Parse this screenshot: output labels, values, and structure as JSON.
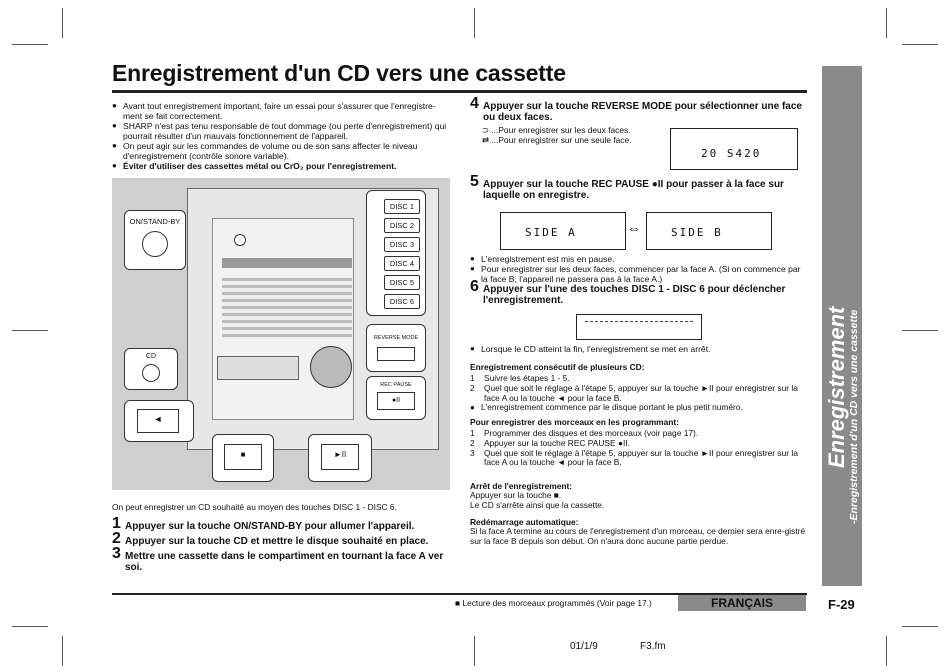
{
  "title": "Enregistrement d'un CD vers une cassette",
  "intro_bullets": [
    "Avant tout enregistrement important, faire un essai pour s'assurer que l'enregistre-ment se fait correctement.",
    "SHARP n'est pas tenu responsable de tout dommage (ou perte d'enregistrement) qui pourrait résulter d'un mauvais fonctionnement de l'appareil.",
    "On peut agir sur les commandes de volume ou de son sans affecter le niveau d'enregistrement (contrôle sonore variable).",
    "Éviter d'utiliser des cassettes métal ou CrO₂ pour l'enregistrement."
  ],
  "illustration": {
    "on_standby_label": "ON/STAND-BY",
    "cd_label": "CD",
    "disc_buttons": [
      "DISC 1",
      "DISC 2",
      "DISC 3",
      "DISC 4",
      "DISC 5",
      "DISC 6"
    ],
    "reverse_mode_label": "REVERSE MODE",
    "rec_pause_label": "REC PAUSE",
    "rec_pause_symbol": "●II",
    "reverse_play_symbol": "◄",
    "stop_symbol": "■",
    "play_pause_symbol": "►II"
  },
  "caption": "On peut enregistrer un CD souhaité au moyen des touches DISC 1 - DISC 6.",
  "steps_left": [
    {
      "num": "1",
      "text": "Appuyer sur la touche ON/STAND-BY pour allumer l'appareil."
    },
    {
      "num": "2",
      "text": "Appuyer sur la touche CD et mettre le disque souhaité en place."
    },
    {
      "num": "3",
      "text": "Mettre une cassette dans le compartiment en tournant la face A ver soi."
    }
  ],
  "step4": {
    "num": "4",
    "text": "Appuyer sur la touche REVERSE MODE pour sélectionner une face ou deux faces.",
    "options": [
      {
        "symbol": "⊃",
        "text": "...Pour enregistrer sur les deux faces."
      },
      {
        "symbol": "⇄",
        "text": "...Pour enregistrer sur une seule face."
      }
    ],
    "display_text": "20 S420"
  },
  "step5": {
    "num": "5",
    "text": "Appuyer sur la touche REC PAUSE ●II pour passer à la face sur laquelle on enregistre.",
    "display_a": "SIDE A",
    "display_b": "SIDE B",
    "arrow": "⇔",
    "bullets": [
      "L'enregistrement est mis en pause.",
      "Pour enregistrer sur les deux faces, commencer par la face A. (Si on commence par la face B, l'appareil ne passera pas à la face A.)"
    ]
  },
  "step6": {
    "num": "6",
    "text": "Appuyer sur l'une des touches DISC 1 - DISC 6 pour déclencher l'enregistrement.",
    "bullet": "Lorsque le CD atteint la fin, l'enregistrement se met en arrêt."
  },
  "consecutive": {
    "heading": "Enregistrement consécutif de plusieurs CD:",
    "items": [
      {
        "n": "1",
        "text": "Suivre les étapes 1 - 5."
      },
      {
        "n": "2",
        "text": "Quel que soit le réglage à l'étape 5, appuyer sur la touche ►II pour enregistrer sur la face A ou la touche ◄ pour la face B."
      }
    ],
    "bullet": "L'enregistrement commence par le disque portant le plus petit numéro."
  },
  "programmed": {
    "heading": "Pour enregistrer des morceaux en les programmant:",
    "items": [
      {
        "n": "1",
        "text": "Programmer des disques et des morceaux (voir page 17)."
      },
      {
        "n": "2",
        "text": "Appuyer sur la touche REC PAUSE ●II."
      },
      {
        "n": "3",
        "text": "Quel que soit le réglage à l'étape 5, appuyer sur la touche ►II pour enregistrer sur la face A ou la touche ◄ pour la face B."
      }
    ]
  },
  "stop": {
    "heading": "Arrêt de l'enregistrement:",
    "lines": [
      "Appuyer sur la touche ■.",
      "Le CD s'arrête ainsi que la cassette."
    ]
  },
  "restart": {
    "heading": "Redémarrage automatique:",
    "text": "Si la face A termine au cours de l'enregistrement d'un morceau, ce dernier sera enre-gistré sur la face B depuis son début. On n'aura donc aucune partie perdue."
  },
  "sidebar": {
    "main": "Enregistrement",
    "sub": "-Enregistrement d'un CD vers une cassette"
  },
  "footer": {
    "note": "■ Lecture des morceaux programmés (Voir page 17.)",
    "language": "FRANÇAIS",
    "page": "F-29",
    "date": "01/1/9",
    "file": "F3.fm"
  }
}
